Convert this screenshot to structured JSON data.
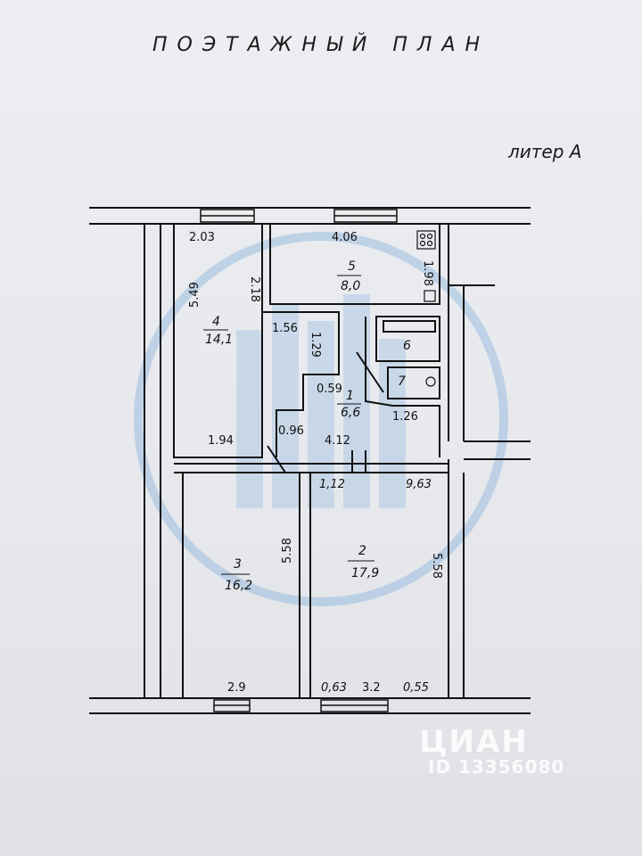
{
  "title": "ПОЭТАЖНЫЙ ПЛАН",
  "subtitle": "литер А",
  "rooms": [
    {
      "id": "4",
      "number": "4",
      "area": "14,1"
    },
    {
      "id": "5",
      "number": "5",
      "area": "8,0"
    },
    {
      "id": "6",
      "number": "6"
    },
    {
      "id": "7",
      "number": "7"
    },
    {
      "id": "1",
      "number": "1",
      "area": "6,6"
    },
    {
      "id": "3",
      "number": "3",
      "area": "16,2"
    },
    {
      "id": "2",
      "number": "2",
      "area": "17,9"
    }
  ],
  "dimensions": {
    "d203": "2.03",
    "d218": "2.18",
    "d406": "4.06",
    "d198": "1.98",
    "d549": "5.49",
    "d156": "1.56",
    "d129": "1.29",
    "d059": "0.59",
    "d126": "1.26",
    "d096": "0.96",
    "d194": "1.94",
    "d412": "4.12",
    "d112": "1,12",
    "d963": "9,63",
    "d558a": "5.58",
    "d558b": "5.58",
    "d29": "2.9",
    "d063": "0,63",
    "d32": "3.2",
    "d055": "0,55"
  },
  "watermark": {
    "brand": "ЦИАН",
    "id": "ID 13356080"
  }
}
